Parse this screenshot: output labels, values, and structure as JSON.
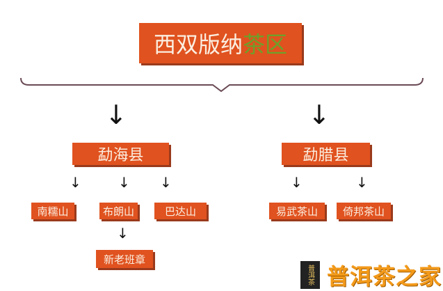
{
  "title": {
    "main": "西双版纳",
    "accent": "茶区"
  },
  "counties": [
    {
      "name": "勐海县",
      "mountains": [
        "南糯山",
        "布朗山",
        "巴达山"
      ],
      "sub": "新老班章"
    },
    {
      "name": "勐腊县",
      "mountains": [
        "易武茶山",
        "倚邦茶山"
      ]
    }
  ],
  "arrow": "↓",
  "watermark": {
    "logo": "普洱茶",
    "text": "普洱茶之家"
  },
  "colors": {
    "box": "#e0521f",
    "accent": "#6ea02a"
  }
}
